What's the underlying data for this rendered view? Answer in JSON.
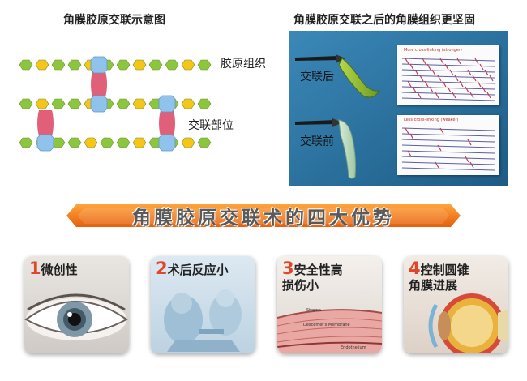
{
  "left_panel": {
    "title": "角膜胶原交联示意图",
    "label_collagen": "胶原组织",
    "label_crosslink": "交联部位"
  },
  "right_panel": {
    "title": "角膜胶原交联之后的角膜组织更坚固",
    "label_after": "交联后",
    "label_before": "交联前",
    "card_top_title": "More cross-linking (stronger)",
    "card_bottom_title": "Less cross-linking (weaker)"
  },
  "banner": {
    "text": "角膜胶原交联术的四大优势"
  },
  "advantages": [
    {
      "number": "1",
      "text": "微创性"
    },
    {
      "number": "2",
      "text": "术后反应小"
    },
    {
      "number": "3",
      "text": "安全性高\n损伤小"
    },
    {
      "number": "4",
      "text": "控制圆锥\n角膜进展"
    }
  ],
  "card3_labels": [
    "Stroma",
    "Descemet's Membrane",
    "Endothelium"
  ],
  "colors": {
    "green": "#8cc63f",
    "yellow": "#f5c518",
    "blue_node": "#8fc3ec",
    "pink_link": "#e0607a",
    "banner_orange": "#f07a1c"
  }
}
